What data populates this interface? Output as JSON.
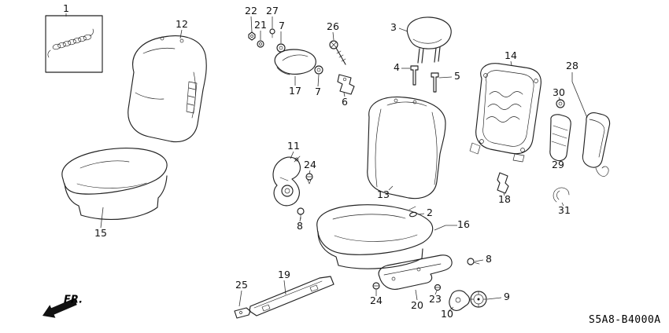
{
  "callouts": [
    "1",
    "12",
    "22",
    "27",
    "21",
    "7",
    "26",
    "3",
    "4",
    "5",
    "14",
    "28",
    "30",
    "17",
    "7",
    "6",
    "29",
    "11",
    "24",
    "13",
    "2",
    "18",
    "31",
    "16",
    "15",
    "8",
    "8",
    "25",
    "19",
    "24",
    "20",
    "23",
    "10",
    "9"
  ],
  "footer": {
    "fr_label": "FR.",
    "diagram_code": "S5A8-B4000A"
  },
  "colors": {
    "line": "#222222",
    "background": "#ffffff",
    "text": "#111111"
  }
}
